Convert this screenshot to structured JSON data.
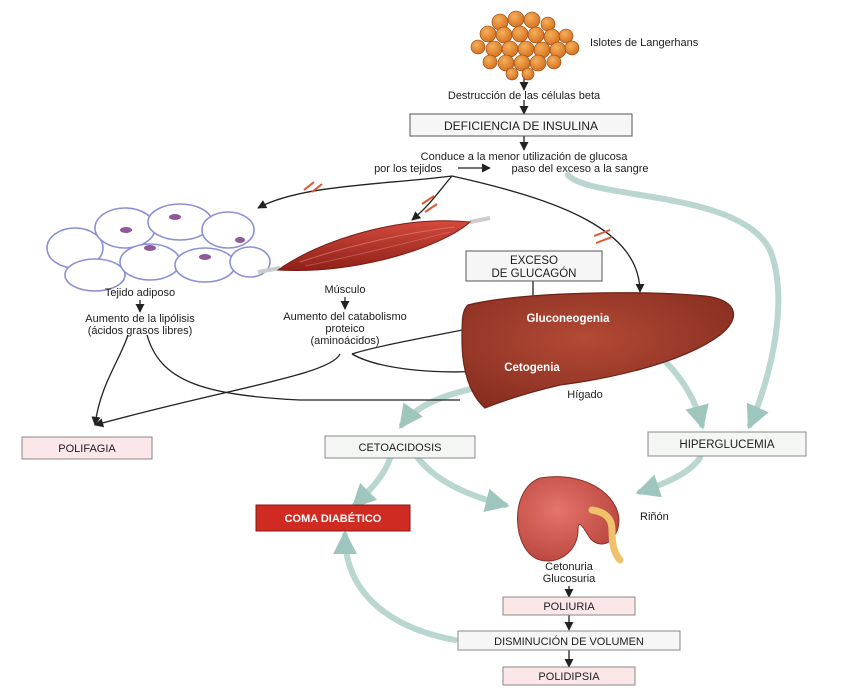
{
  "labels": {
    "islets": "Islotes de Langerhans",
    "beta_destruction": "Destrucción de las células beta",
    "insulin_deficiency": "DEFICIENCIA DE INSULINA",
    "lower_use_1": "Conduce a la menor utilización de glucosa",
    "lower_use_2": "por los tejidos",
    "excess_to_blood": "paso del exceso a la sangre",
    "adipose": "Tejido adiposo",
    "lipolysis_1": "Aumento de la lipólisis",
    "lipolysis_2": "(ácidos grasos libres)",
    "muscle": "Músculo",
    "catabolism_1": "Aumento del catabolismo",
    "catabolism_2": "proteico",
    "catabolism_3": "(aminoácidos)",
    "glucagon_1": "EXCESO",
    "glucagon_2": "DE GLUCAGÓN",
    "gluconeogenesis": "Gluconeogenia",
    "ketogenesis": "Cetogenia",
    "liver": "Hígado",
    "polyphagia": "POLIFAGIA",
    "ketoacidosis": "CETOACIDOSIS",
    "hyperglycemia": "HIPERGLUCEMIA",
    "coma": "COMA DIABÉTICO",
    "kidney": "Riñón",
    "ketonuria": "Cetonuria",
    "glycosuria": "Glucosuria",
    "polyuria": "POLIURIA",
    "volume_loss": "DISMINUCIÓN DE VOLUMEN",
    "polydipsia": "POLIDIPSIA"
  },
  "colors": {
    "flow_arrow": "#b9d6d0",
    "tissue_red": "#a33226",
    "liver_brown": "#9c3424",
    "islet_orange": "#e58a2e",
    "pink_box": "#fbe7e7",
    "coma_red": "#cf2b22",
    "block_mark": "#e0572f"
  }
}
